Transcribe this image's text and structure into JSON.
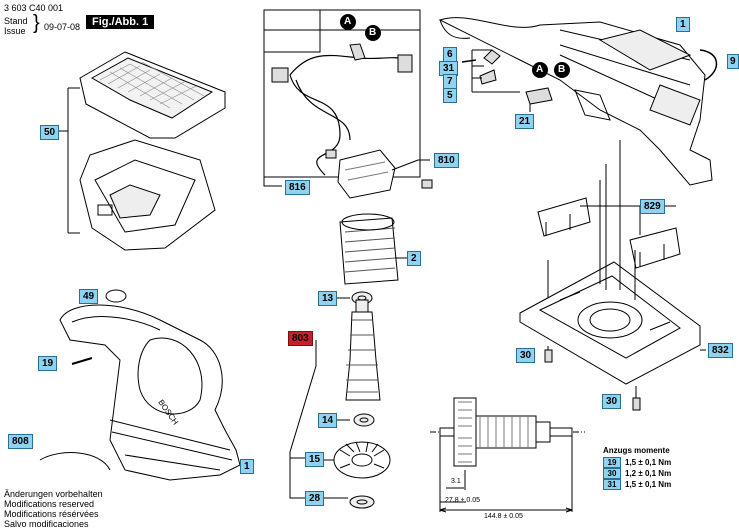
{
  "header": {
    "doc_number": "3 603 C40 001",
    "stand_label": "Stand",
    "issue_label": "Issue",
    "date": "09-07-08",
    "figure_label": "Fig./Abb. 1"
  },
  "callouts": {
    "a": "A",
    "b": "B"
  },
  "parts": {
    "p1_top": "1",
    "p9": "9",
    "p6": "6",
    "p31_top": "31",
    "p7": "7",
    "p5": "5",
    "p21": "21",
    "p50": "50",
    "p810": "810",
    "p816": "816",
    "p2": "2",
    "p829": "829",
    "p13": "13",
    "p803": "803",
    "p49": "49",
    "p19": "19",
    "p30_a": "30",
    "p832": "832",
    "p14": "14",
    "p30_b": "30",
    "p808": "808",
    "p15": "15",
    "p1_bottom": "1",
    "p28": "28"
  },
  "dimensions": {
    "d1": "3.1",
    "d2": "27.8 ± 0.05",
    "d3": "144.8 ± 0.05"
  },
  "torque": {
    "title": "Anzugs momente",
    "rows": [
      {
        "part": "19",
        "value": "1,5 ± 0,1 Nm"
      },
      {
        "part": "30",
        "value": "1,2 ± 0,1 Nm"
      },
      {
        "part": "31",
        "value": "1,5 ± 0,1 Nm"
      }
    ]
  },
  "footer": {
    "lines": [
      "Änderungen vorbehalten",
      "Modifications reserved",
      "Modifications résérvées",
      "Salvo modificaciones"
    ]
  },
  "colors": {
    "label_bg": "#8fd3f0",
    "label_highlight": "#c8202a",
    "line": "#000000"
  }
}
